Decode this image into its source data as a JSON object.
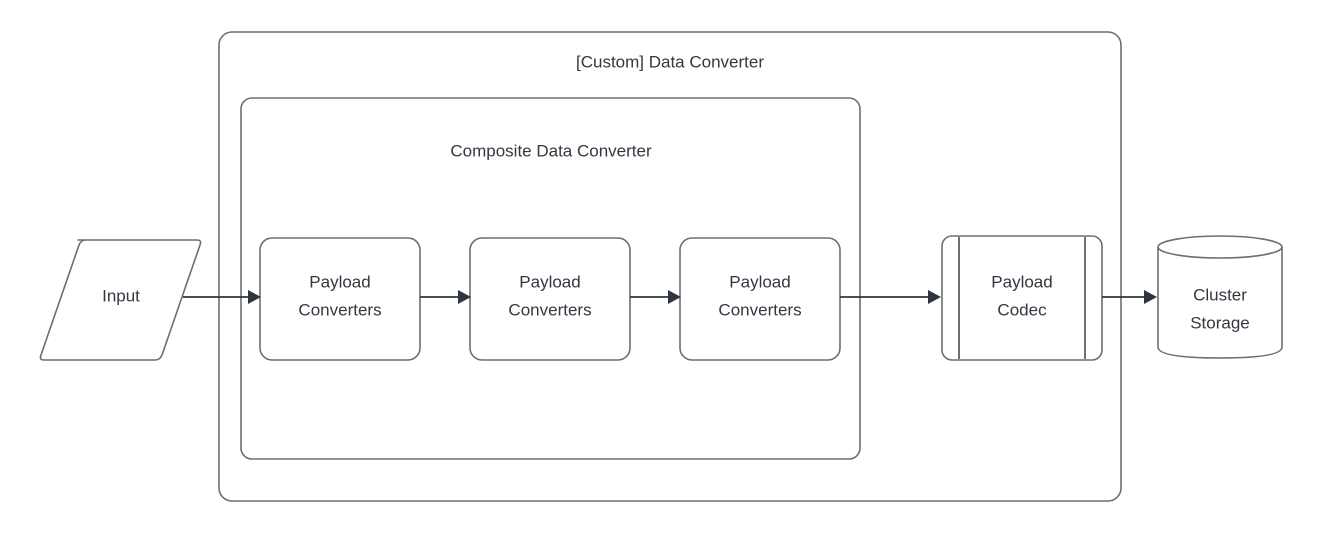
{
  "diagram": {
    "title": "[Custom] Data Converter",
    "background_color": "#ffffff",
    "stroke_color": "#6a6f76",
    "text_color": "#333840",
    "connector_color": "#2f3640",
    "containers": [
      {
        "id": "custom-data-converter",
        "label": "[Custom] Data Converter",
        "shape": "rounded-rectangle"
      },
      {
        "id": "composite-data-converter",
        "label": "Composite Data Converter",
        "shape": "rounded-rectangle"
      }
    ],
    "nodes": [
      {
        "id": "input",
        "label": "Input",
        "shape": "parallelogram"
      },
      {
        "id": "payload-converters-1",
        "label_line1": "Payload",
        "label_line2": "Converters",
        "shape": "rounded-rectangle"
      },
      {
        "id": "payload-converters-2",
        "label_line1": "Payload",
        "label_line2": "Converters",
        "shape": "rounded-rectangle"
      },
      {
        "id": "payload-converters-3",
        "label_line1": "Payload",
        "label_line2": "Converters",
        "shape": "rounded-rectangle"
      },
      {
        "id": "payload-codec",
        "label_line1": "Payload",
        "label_line2": "Codec",
        "shape": "process"
      },
      {
        "id": "cluster-storage",
        "label_line1": "Cluster",
        "label_line2": "Storage",
        "shape": "cylinder"
      }
    ],
    "connectors": [
      {
        "id": "input-to-converter-1",
        "from": "input",
        "to": "payload-converters-1",
        "arrow": "single"
      },
      {
        "id": "converter-1-to-converter-2",
        "from": "payload-converters-1",
        "to": "payload-converters-2",
        "arrow": "single"
      },
      {
        "id": "converter-2-to-converter-3",
        "from": "payload-converters-2",
        "to": "payload-converters-3",
        "arrow": "single"
      },
      {
        "id": "converter-3-to-codec",
        "from": "payload-converters-3",
        "to": "payload-codec",
        "arrow": "single"
      },
      {
        "id": "codec-to-cluster-storage",
        "from": "payload-codec",
        "to": "cluster-storage",
        "arrow": "single"
      }
    ]
  }
}
